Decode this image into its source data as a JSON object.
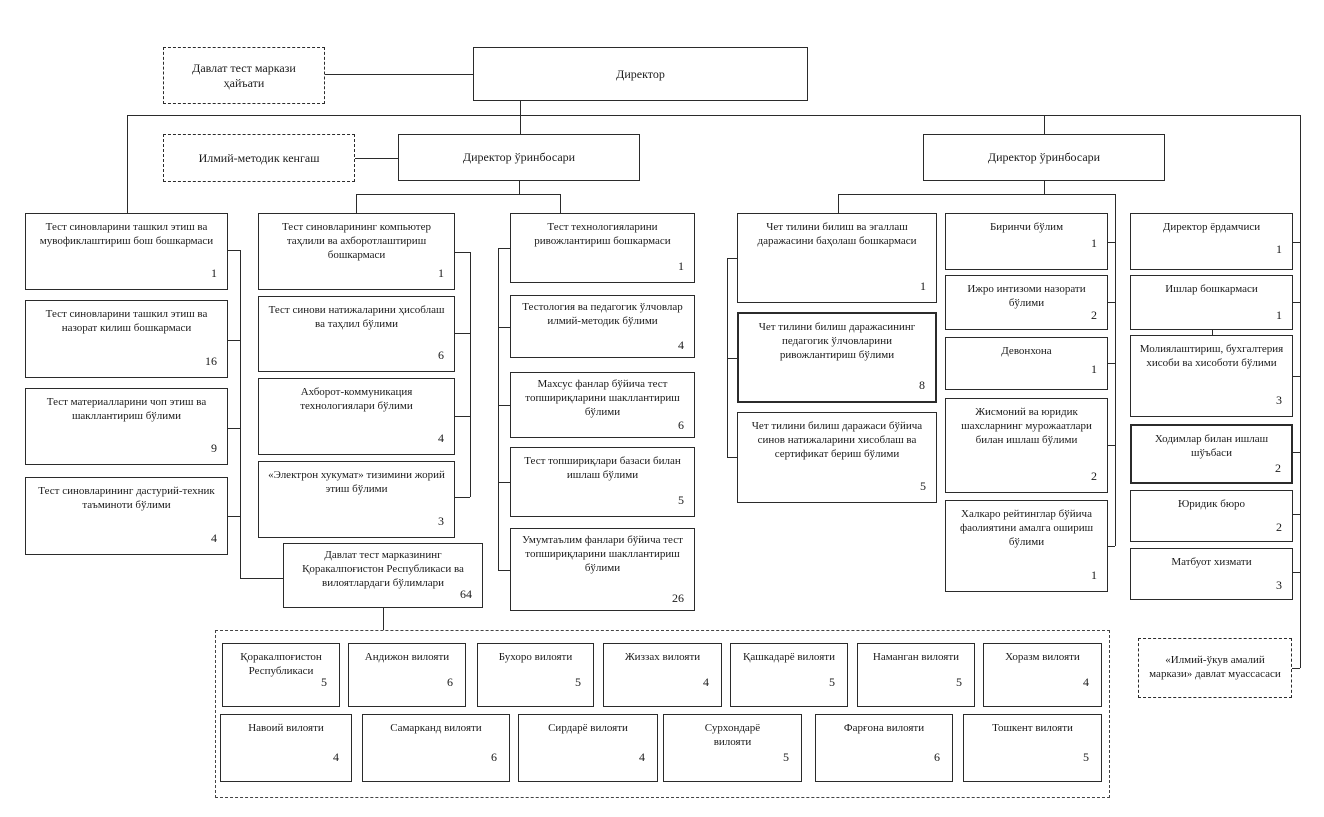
{
  "top": {
    "council_label": "Давлат тест маркази ҳайъати",
    "director_label": "Директор",
    "methodic_label": "Илмий-методик кенгаш",
    "deputy_left_label": "Директор ўринбосари",
    "deputy_right_label": "Директор ўринбосари"
  },
  "columns": [
    {
      "boxes": [
        {
          "label": "Тест синовларини ташкил этиш ва мувофиклаштириш бош бошкармаси",
          "count": "1"
        },
        {
          "label": "Тест синовларини ташкил этиш ва назорат килиш бошкармаси",
          "count": "16"
        },
        {
          "label": "Тест материалларини чоп этиш ва шакллантириш бўлими",
          "count": "9"
        },
        {
          "label": "Тест синовларининг дастурий-техник таъминоти бўлими",
          "count": "4"
        }
      ]
    },
    {
      "boxes": [
        {
          "label": "Тест синовларининг компьютер таҳлили ва ахборотлаштириш бошкармаси",
          "count": "1"
        },
        {
          "label": "Тест синови натижаларини ҳисоблаш ва таҳлил бўлими",
          "count": "6"
        },
        {
          "label": "Ахборот-коммуникация технологиялари бўлими",
          "count": "4"
        },
        {
          "label": "«Электрон хукумат» тизимини жорий этиш бўлими",
          "count": "3"
        },
        {
          "label": "Давлат тест марказининг Қоракалпоғистон Республикаси ва вилоятлардаги бўлимлари",
          "count": "64"
        }
      ]
    },
    {
      "boxes": [
        {
          "label": "Тест технологияларини ривожлантириш бошкармаси",
          "count": "1"
        },
        {
          "label": "Тестология ва педагогик ўлчовлар илмий-методик бўлими",
          "count": "4"
        },
        {
          "label": "Махсус фанлар бўйича тест топшириқларини шакллантириш бўлими",
          "count": "6"
        },
        {
          "label": "Тест топшириқлари базаси билан ишлаш бўлими",
          "count": "5"
        },
        {
          "label": "Умумтаълим фанлари бўйича тест топшириқларини шакллантириш бўлими",
          "count": "26"
        }
      ]
    },
    {
      "boxes": [
        {
          "label": "Чет тилини билиш ва эгаллаш даражасини баҳолаш бошкармаси",
          "count": "1"
        },
        {
          "label": "Чет тилини билиш даражасининг педагогик ўлчовларини ривожлантириш бўлими",
          "count": "8"
        },
        {
          "label": "Чет тилини билиш даражаси бўйича синов натижаларини хисоблаш ва сертификат бериш бўлими",
          "count": "5"
        }
      ]
    },
    {
      "boxes": [
        {
          "label": "Биринчи бўлим",
          "count": "1"
        },
        {
          "label": "Ижро интизоми назорати бўлими",
          "count": "2"
        },
        {
          "label": "Девонхона",
          "count": "1"
        },
        {
          "label": "Жисмоний ва юридик шахсларнинг мурожаатлари билан ишлаш бўлими",
          "count": "2"
        },
        {
          "label": "Халкаро рейтинглар бўйича фаолиятини амалга ошириш бўлими",
          "count": "1"
        }
      ]
    },
    {
      "boxes": [
        {
          "label": "Директор ёрдамчиси",
          "count": "1"
        },
        {
          "label": "Ишлар бошкармаси",
          "count": "1"
        },
        {
          "label": "Молиялаштириш, бухгалтерия хисоби ва хисоботи бўлими",
          "count": "3"
        },
        {
          "label": "Ходимлар билан ишлаш шўъбаси",
          "count": "2"
        },
        {
          "label": "Юридик бюро",
          "count": "2"
        },
        {
          "label": "Матбуот хизмати",
          "count": "3"
        }
      ]
    }
  ],
  "regions": {
    "row1": [
      {
        "label": "Қоракалпоғистон Республикаси",
        "count": "5"
      },
      {
        "label": "Андижон вилояти",
        "count": "6"
      },
      {
        "label": "Бухоро вилояти",
        "count": "5"
      },
      {
        "label": "Жиззах вилояти",
        "count": "4"
      },
      {
        "label": "Қашкадарё вилояти",
        "count": "5"
      },
      {
        "label": "Наманган вилояти",
        "count": "5"
      },
      {
        "label": "Хоразм вилояти",
        "count": "4"
      }
    ],
    "row2": [
      {
        "label": "Навоий вилояти",
        "count": "4"
      },
      {
        "label": "Самарканд вилояти",
        "count": "6"
      },
      {
        "label": "Сирдарё вилояти",
        "count": "4"
      },
      {
        "label": "Сурхондарё вилояти",
        "count": "5"
      },
      {
        "label": "Фарғона вилояти",
        "count": "6"
      },
      {
        "label": "Тошкент вилояти",
        "count": "5"
      }
    ]
  },
  "practical_center_label": "«Илмий-ўкув амалий маркази» давлат муассасаси",
  "colors": {
    "line": "#2b2b2b",
    "box_bg": "#ffffff",
    "page_bg": "#ffffff",
    "text": "#1a1a1a"
  }
}
